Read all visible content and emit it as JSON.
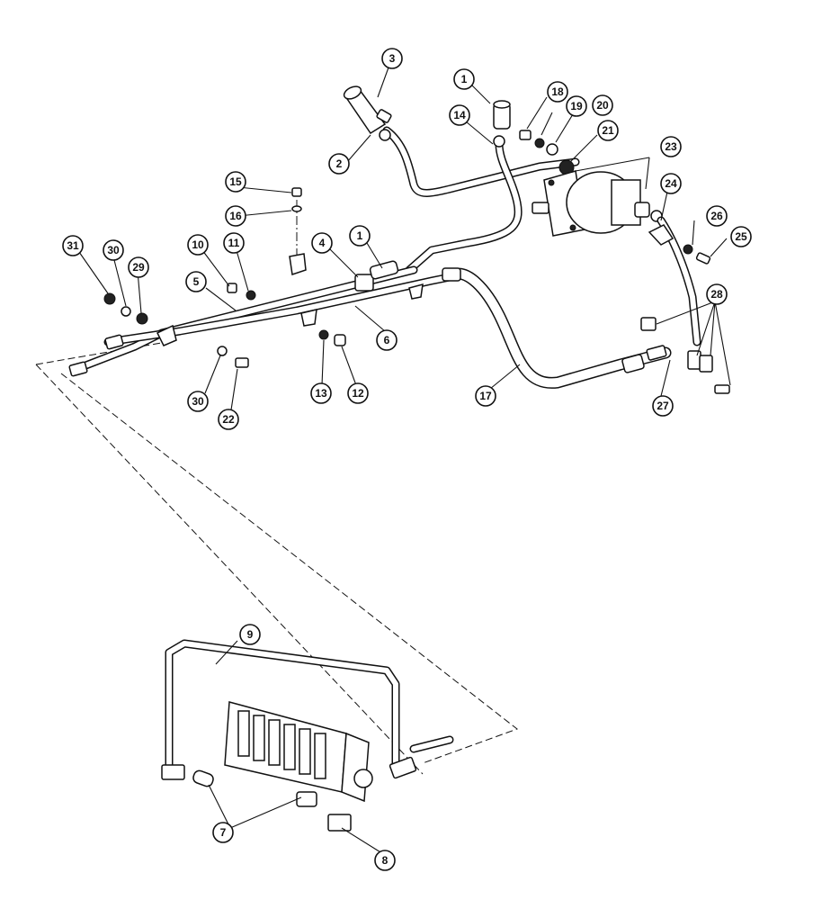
{
  "diagram": {
    "callouts": [
      {
        "id": "c1a",
        "label": "1"
      },
      {
        "id": "c1b",
        "label": "1"
      },
      {
        "id": "c2",
        "label": "2"
      },
      {
        "id": "c3",
        "label": "3"
      },
      {
        "id": "c4",
        "label": "4"
      },
      {
        "id": "c5",
        "label": "5"
      },
      {
        "id": "c6",
        "label": "6"
      },
      {
        "id": "c7",
        "label": "7"
      },
      {
        "id": "c8",
        "label": "8"
      },
      {
        "id": "c9",
        "label": "9"
      },
      {
        "id": "c10",
        "label": "10"
      },
      {
        "id": "c11",
        "label": "11"
      },
      {
        "id": "c12",
        "label": "12"
      },
      {
        "id": "c13",
        "label": "13"
      },
      {
        "id": "c14",
        "label": "14"
      },
      {
        "id": "c15",
        "label": "15"
      },
      {
        "id": "c16",
        "label": "16"
      },
      {
        "id": "c17",
        "label": "17"
      },
      {
        "id": "c18",
        "label": "18"
      },
      {
        "id": "c19",
        "label": "19"
      },
      {
        "id": "c20",
        "label": "20"
      },
      {
        "id": "c21",
        "label": "21"
      },
      {
        "id": "c22",
        "label": "22"
      },
      {
        "id": "c23",
        "label": "23"
      },
      {
        "id": "c24",
        "label": "24"
      },
      {
        "id": "c25",
        "label": "25"
      },
      {
        "id": "c26",
        "label": "26"
      },
      {
        "id": "c27",
        "label": "27"
      },
      {
        "id": "c28",
        "label": "28"
      },
      {
        "id": "c29",
        "label": "29"
      },
      {
        "id": "c30a",
        "label": "30"
      },
      {
        "id": "c30b",
        "label": "30"
      },
      {
        "id": "c31",
        "label": "31"
      }
    ]
  }
}
